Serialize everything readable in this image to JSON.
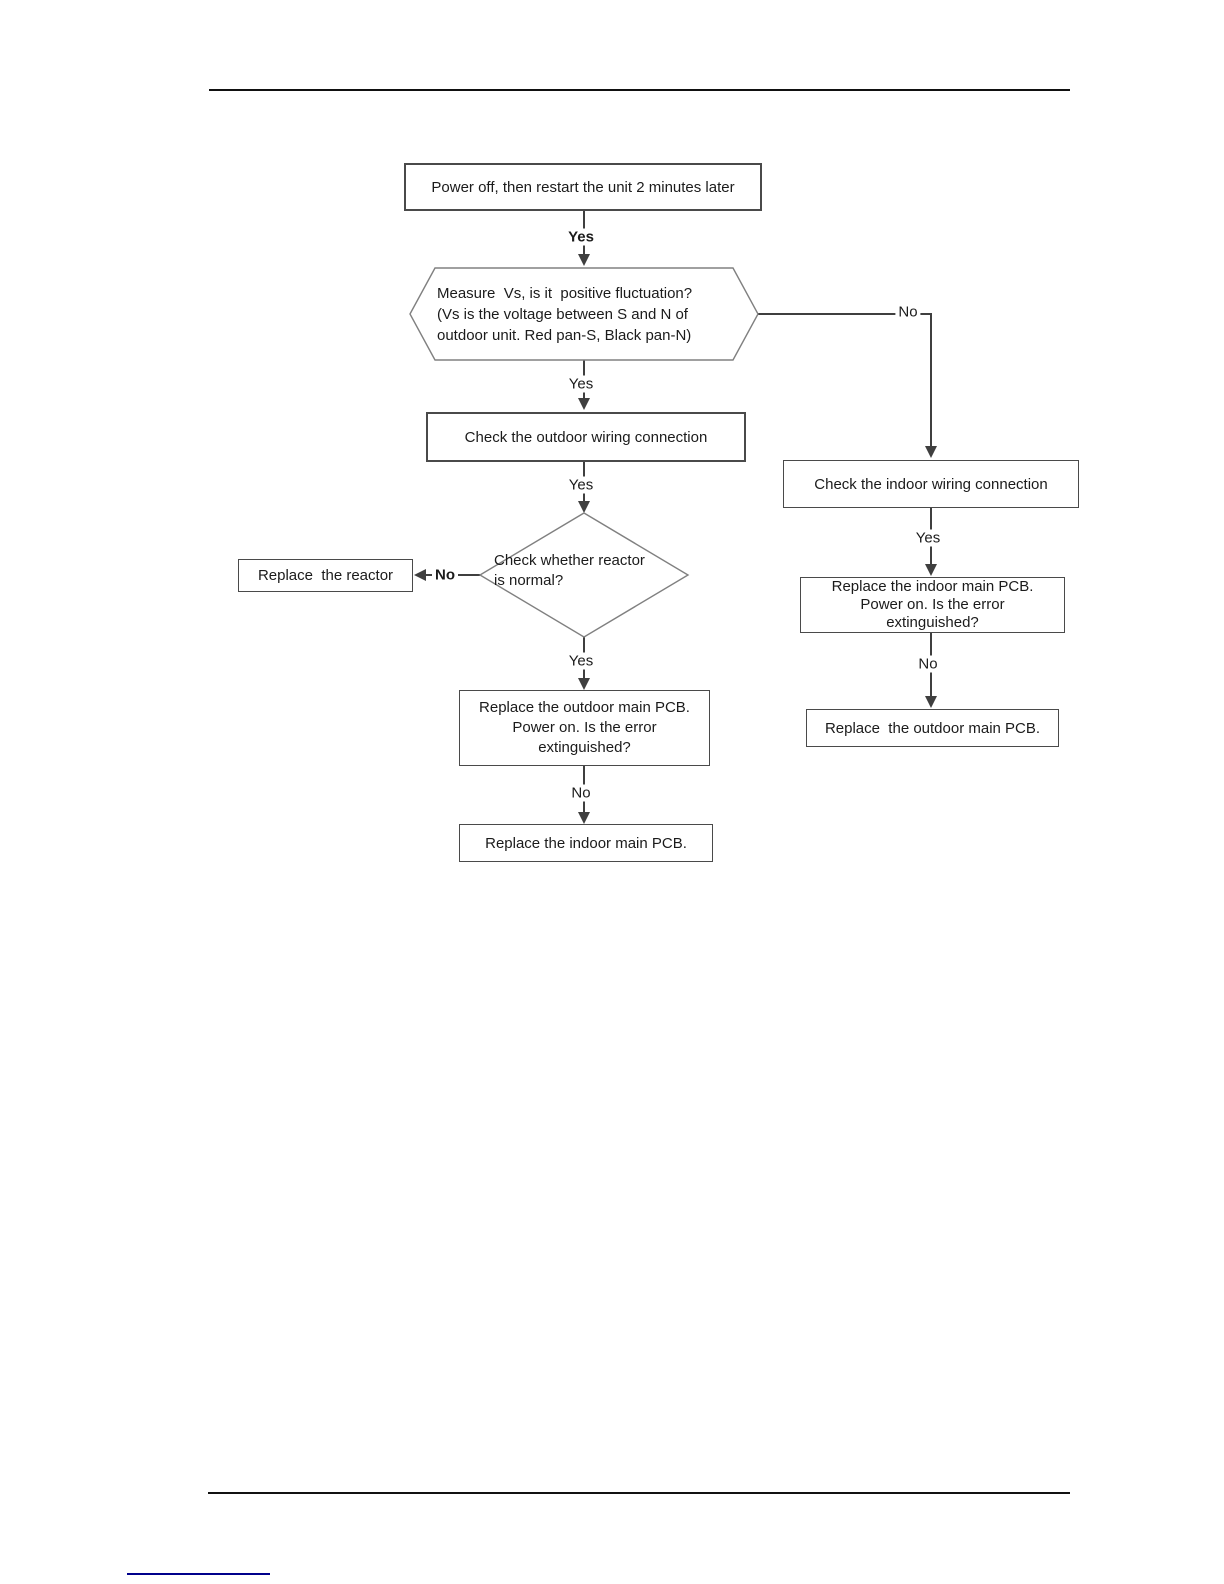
{
  "flowchart": {
    "labels": {
      "yes": "Yes",
      "no": "No"
    },
    "nodes": {
      "power_off": {
        "label": "Power off, then restart the unit 2 minutes later"
      },
      "measure_vs": {
        "lines": [
          "Measure  Vs, is it  positive fluctuation?",
          "(Vs is the voltage between S and N of",
          "outdoor unit. Red pan-S, Black pan-N)"
        ]
      },
      "check_outdoor_wiring": {
        "label": "Check the outdoor wiring connection"
      },
      "check_reactor": {
        "lines": [
          "Check whether reactor",
          "is normal?"
        ]
      },
      "replace_reactor": {
        "label": "Replace  the reactor"
      },
      "replace_outdoor_pcb_question": {
        "lines": [
          "Replace the outdoor main PCB.",
          "Power on. Is the error",
          "extinguished?"
        ]
      },
      "replace_indoor_pcb_final": {
        "label": "Replace the indoor main PCB."
      },
      "check_indoor_wiring": {
        "label": "Check the indoor wiring connection"
      },
      "replace_indoor_pcb_question": {
        "lines": [
          "Replace the indoor main PCB.",
          "Power on. Is the error",
          "extinguished?"
        ]
      },
      "replace_outdoor_pcb_final": {
        "label": "Replace  the outdoor main PCB."
      }
    },
    "colors": {
      "connector_stroke": "#3f3f3f",
      "footer_link_underline": "#00008B"
    }
  }
}
